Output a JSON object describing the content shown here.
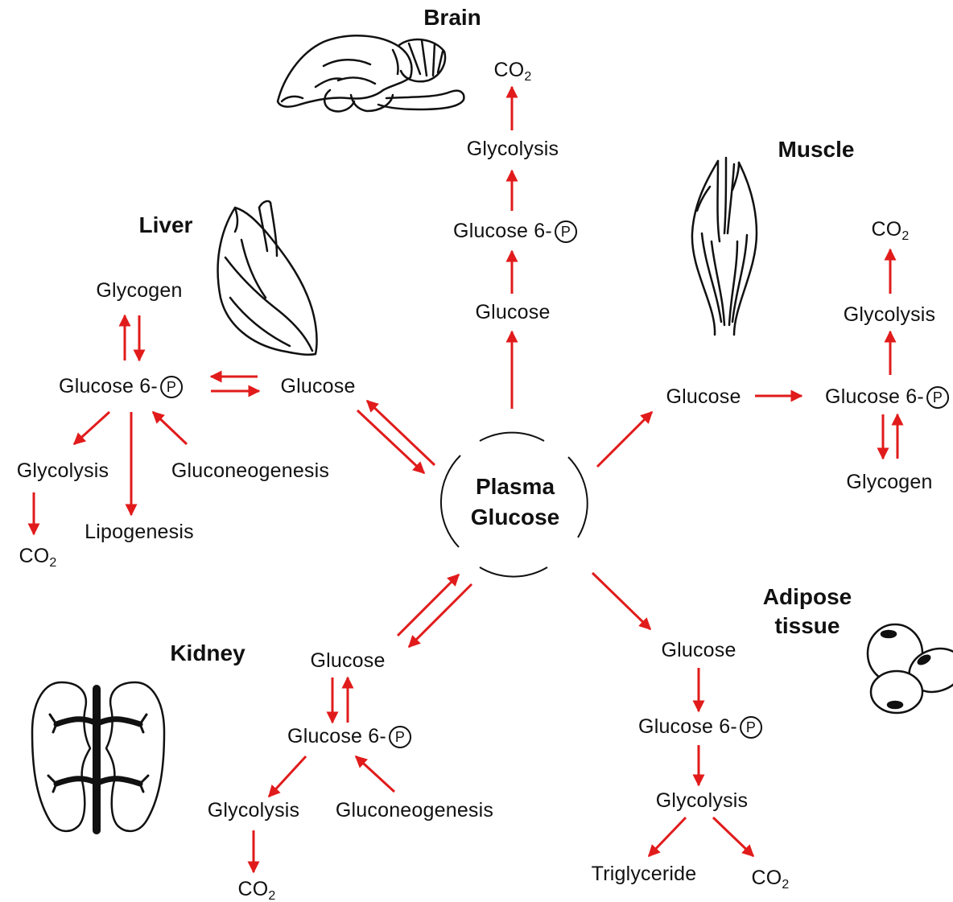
{
  "center": {
    "line1": "Plasma",
    "line2": "Glucose"
  },
  "colors": {
    "arrow": "#e11b1b",
    "ink": "#111111"
  },
  "brain": {
    "title": "Brain",
    "icon": "brain-icon",
    "glucose": "Glucose",
    "g6p": "Glucose 6-",
    "glycolysis": "Glycolysis",
    "co2": "CO",
    "co2_sub": "2"
  },
  "muscle": {
    "title": "Muscle",
    "icon": "muscle-icon",
    "glucose": "Glucose",
    "g6p": "Glucose 6-",
    "glycolysis": "Glycolysis",
    "co2": "CO",
    "co2_sub": "2",
    "glycogen": "Glycogen"
  },
  "liver": {
    "title": "Liver",
    "icon": "liver-icon",
    "glucose": "Glucose",
    "g6p": "Glucose 6-",
    "glycogen": "Glycogen",
    "glycolysis": "Glycolysis",
    "co2": "CO",
    "co2_sub": "2",
    "lipogenesis": "Lipogenesis",
    "gluconeogenesis": "Gluconeogenesis"
  },
  "kidney": {
    "title": "Kidney",
    "icon": "kidney-icon",
    "glucose": "Glucose",
    "g6p": "Glucose 6-",
    "glycolysis": "Glycolysis",
    "co2": "CO",
    "co2_sub": "2",
    "gluconeogenesis": "Gluconeogenesis"
  },
  "adipose": {
    "title_line1": "Adipose",
    "title_line2": "tissue",
    "icon": "adipose-cells-icon",
    "glucose": "Glucose",
    "g6p": "Glucose 6-",
    "glycolysis": "Glycolysis",
    "triglyceride": "Triglyceride",
    "co2": "CO",
    "co2_sub": "2"
  },
  "phosphate_symbol": "P"
}
